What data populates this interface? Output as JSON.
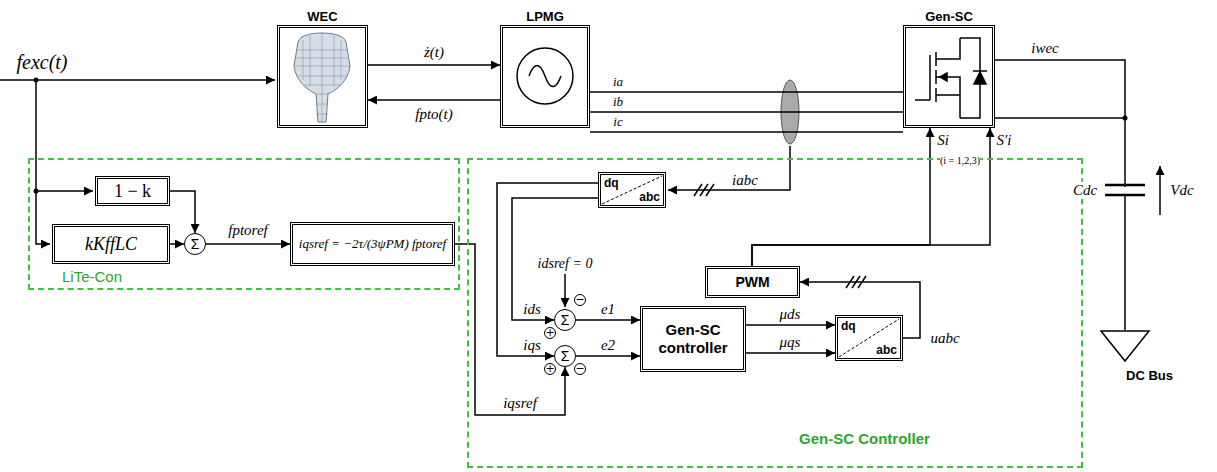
{
  "diagram": {
    "nodes": [
      {
        "text": [
          "WEC"
        ]
      },
      {
        "text": [
          "LPMG"
        ]
      },
      {
        "text": [
          "Gen-SC"
        ]
      },
      {
        "text": [
          "LiTe-Con"
        ]
      },
      {
        "text": [
          "1 − k"
        ],
        "in": 3
      },
      {
        "text": [
          "kKffLC"
        ],
        "in": 3
      },
      {
        "text": [
          "Σ"
        ],
        "in": 3
      },
      {
        "text": [
          "iqsref = −2τ/(3ψPM) fptoref"
        ],
        "in": 3
      },
      {
        "text": [
          "Gen-SC Controller"
        ]
      },
      {
        "text": [
          "dq",
          "abc"
        ],
        "in": 8
      },
      {
        "text": [
          "Σ"
        ],
        "in": 8
      },
      {
        "text": [
          "Σ"
        ],
        "in": 8
      },
      {
        "text": [
          "Gen-SC controller"
        ],
        "in": 8
      },
      {
        "text": [
          "dq",
          "abc"
        ],
        "in": 8
      },
      {
        "text": [
          "PWM"
        ],
        "in": 8
      },
      {
        "text": [
          "DC Bus"
        ]
      }
    ],
    "edges": [
      {
        "from": 0,
        "to": 1,
        "arrow": "to",
        "label": "ż(t)"
      },
      {
        "from": 1,
        "to": 0,
        "arrow": "to",
        "label": "fpto(t)"
      },
      {
        "from": 1,
        "to": 2,
        "arrow": "none",
        "label": "ia"
      },
      {
        "from": 1,
        "to": 2,
        "arrow": "none",
        "label": "ib"
      },
      {
        "from": 1,
        "to": 2,
        "arrow": "none",
        "label": "ic"
      },
      {
        "from": 2,
        "to": 15,
        "arrow": "none",
        "label": "iwec"
      },
      {
        "from": 4,
        "to": 6,
        "arrow": "to"
      },
      {
        "from": 5,
        "to": 6,
        "arrow": "to"
      },
      {
        "from": 6,
        "to": 7,
        "arrow": "to",
        "label": "fptoref"
      },
      {
        "from": 7,
        "to": 11,
        "arrow": "to",
        "label": "iqsref"
      },
      {
        "from": 9,
        "to": 10,
        "arrow": "to",
        "label": "ids"
      },
      {
        "from": 9,
        "to": 11,
        "arrow": "to",
        "label": "iqs"
      },
      {
        "from": 10,
        "to": 12,
        "arrow": "to",
        "label": "e1"
      },
      {
        "from": 11,
        "to": 12,
        "arrow": "to",
        "label": "e2"
      },
      {
        "from": 12,
        "to": 13,
        "arrow": "to",
        "label": "μds"
      },
      {
        "from": 12,
        "to": 13,
        "arrow": "to",
        "label": "μqs"
      },
      {
        "from": 13,
        "to": 14,
        "arrow": "to",
        "label": "uabc"
      },
      {
        "from": 14,
        "to": 2,
        "arrow": "to",
        "label": "Si"
      },
      {
        "from": 14,
        "to": 2,
        "arrow": "to",
        "label": "S′i"
      }
    ],
    "labels": [
      "fexc(t)",
      "iabc",
      "idsref = 0",
      "−",
      "+",
      "+",
      "−",
      "(i = 1,2,3)",
      "Cdc",
      "Vdc"
    ]
  }
}
